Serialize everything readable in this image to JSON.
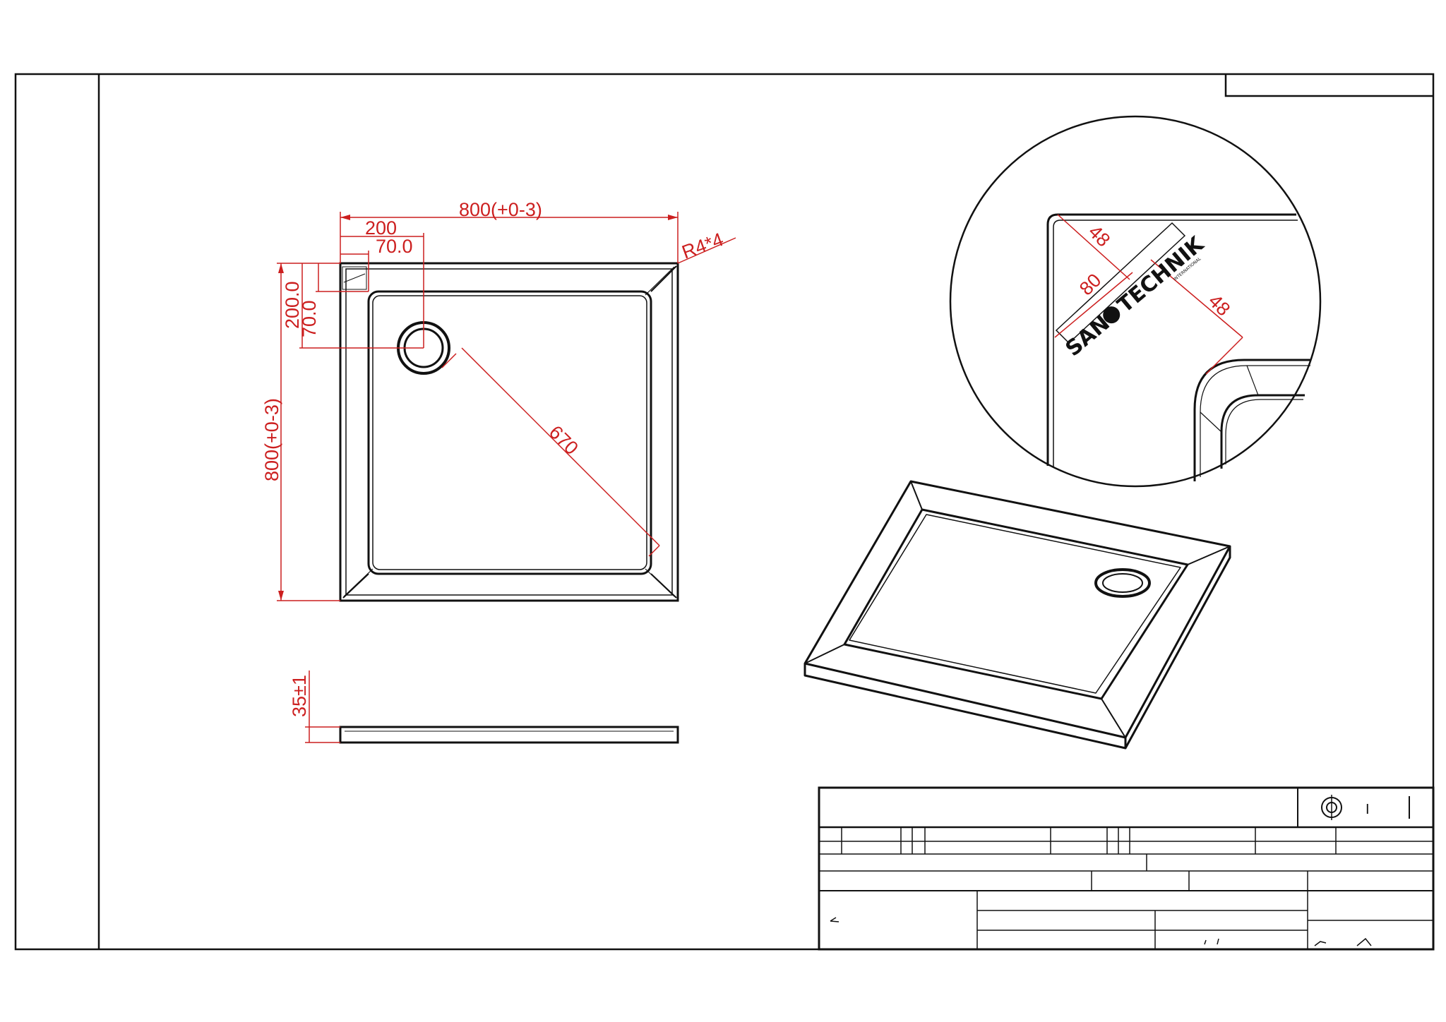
{
  "colors": {
    "line": "#111111",
    "dimension": "#cc1f1f",
    "background": "#ffffff"
  },
  "top_view": {
    "width_label": "800(+0-3)",
    "drain_offset_x_label": "200",
    "drain_edge_x_label": "70.0",
    "corner_radius_label": "R4*4",
    "drain_offset_y_label": "200.0",
    "drain_edge_y_label": "70.0",
    "depth_label": "800(+0-3)",
    "diagonal_label": "670"
  },
  "side_view": {
    "height_label": "35±1"
  },
  "detail_view": {
    "dim_48_a": "48",
    "dim_80": "80",
    "dim_48_b": "48",
    "logo_left": "SAN",
    "logo_right": "TECHNIK",
    "logo_sub": "INTERNATIONAL"
  },
  "title_block": {
    "revision_mark": "I"
  }
}
